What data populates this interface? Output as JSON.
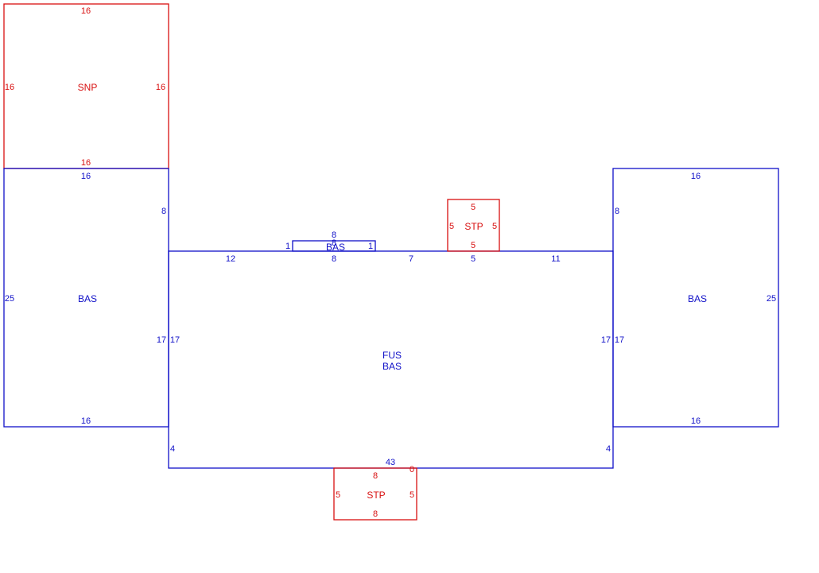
{
  "colors": {
    "living": "#1010c8",
    "attached": "#d81010"
  },
  "areas": [
    {
      "id": "snp",
      "color": "attached",
      "label_lines": [
        "SNP"
      ],
      "dims": {
        "top": "16",
        "bottom": "16",
        "left": "16",
        "right": "16"
      }
    },
    {
      "id": "bas-left",
      "color": "living",
      "label_lines": [
        "BAS"
      ],
      "dims": {
        "top": "16",
        "bottom": "16",
        "left": "25",
        "right_upper": "8",
        "right_lower": "17"
      }
    },
    {
      "id": "bas-right",
      "color": "living",
      "label_lines": [
        "BAS"
      ],
      "dims": {
        "top": "16",
        "bottom": "16",
        "right": "25",
        "left_upper": "8",
        "left_lower": "17"
      }
    },
    {
      "id": "fus-bas",
      "color": "living",
      "label_lines": [
        "FUS",
        "BAS"
      ],
      "dims": {
        "top_seg1": "12",
        "top_seg2": "8",
        "top_seg3": "7",
        "top_seg4": "5",
        "top_seg5": "11",
        "left_upper": "17",
        "left_lower": "4",
        "right_upper": "17",
        "right_lower": "4",
        "bottom": "43"
      }
    },
    {
      "id": "bas-small",
      "color": "living",
      "label_lines": [
        "BAS"
      ],
      "dims": {
        "top": "8",
        "left": "1",
        "right": "1",
        "inner": "8"
      }
    },
    {
      "id": "stp-top",
      "color": "attached",
      "label_lines": [
        "STP"
      ],
      "dims": {
        "top": "5",
        "bottom": "5",
        "left": "5",
        "right": "5"
      }
    },
    {
      "id": "stp-bottom",
      "color": "attached",
      "label_lines": [
        "STP"
      ],
      "dims": {
        "top": "8",
        "bottom": "8",
        "left": "5",
        "right": "5",
        "corner": "0"
      }
    }
  ]
}
